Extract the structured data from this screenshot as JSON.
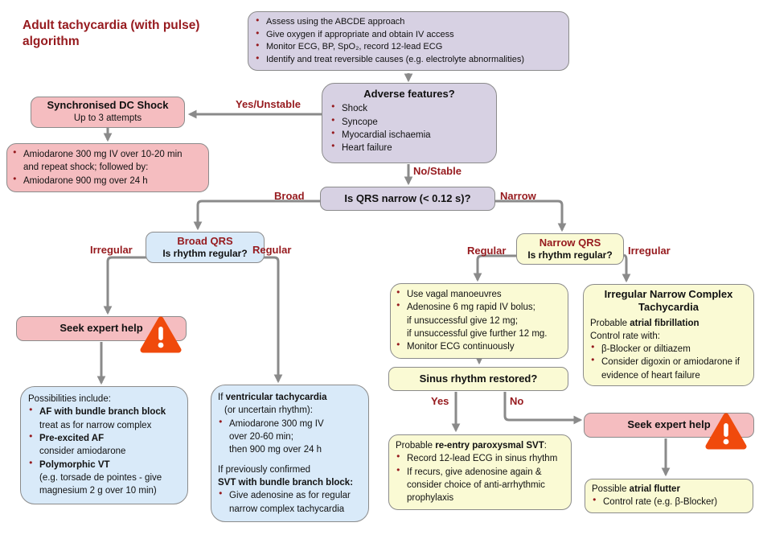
{
  "title": "Adult tachycardia (with pulse) algorithm",
  "colors": {
    "maroon_text": "#961a1e",
    "lavender_box": "#d7d1e3",
    "pink_box": "#f5bdc0",
    "blue_box": "#d9eaf9",
    "yellow_box": "#fafad4",
    "arrow_gray": "#8a8a8a",
    "warning_orange": "#f04a0c"
  },
  "labels": {
    "yes_unstable": "Yes/Unstable",
    "no_stable": "No/Stable",
    "broad": "Broad",
    "narrow": "Narrow",
    "broad_irregular": "Irregular",
    "broad_regular": "Regular",
    "narrow_regular": "Regular",
    "narrow_irregular": "Irregular",
    "yes": "Yes",
    "no": "No"
  },
  "boxes": {
    "assess": {
      "items": [
        "Assess using the ABCDE approach",
        "Give oxygen if appropriate and obtain IV access",
        "Monitor ECG, BP, SpO₂, record 12-lead ECG",
        "Identify and treat reversible causes (e.g. electrolyte abnormalities)"
      ]
    },
    "adverse": {
      "title": "Adverse features?",
      "items": [
        "Shock",
        "Syncope",
        "Myocardial ischaemia",
        "Heart failure"
      ]
    },
    "dc_shock": {
      "title": "Synchronised DC Shock",
      "subtitle": "Up to 3 attempts"
    },
    "amiodarone": {
      "item1_line1": "Amiodarone 300 mg IV over 10-20 min",
      "item1_line2": "and repeat shock; followed by:",
      "item2": "Amiodarone 900 mg over 24 h"
    },
    "qrs": {
      "title": "Is QRS narrow (< 0.12 s)?"
    },
    "broad_qrs": {
      "title": "Broad QRS",
      "subtitle": "Is rhythm regular?"
    },
    "narrow_qrs": {
      "title": "Narrow QRS",
      "subtitle": "Is rhythm regular?"
    },
    "seek_expert_left": {
      "title": "Seek expert help"
    },
    "possibilities": {
      "intro": "Possibilities include:",
      "items": [
        {
          "bold": "AF with bundle branch block",
          "rest": "treat as for narrow complex"
        },
        {
          "bold": "Pre-excited AF",
          "rest": "consider amiodarone"
        },
        {
          "bold": "Polymorphic VT",
          "rest": "(e.g. torsade de pointes - give magnesium 2 g over 10 min)"
        }
      ]
    },
    "vt": {
      "p1_pre": "If ",
      "p1_bold": "ventricular tachycardia",
      "p1_line2": "(or uncertain rhythm):",
      "p1_item_l1": "Amiodarone 300 mg IV",
      "p1_item_l2": "over 20-60 min;",
      "p1_item_l3": "then 900 mg over 24 h",
      "p2_line1": "If previously confirmed",
      "p2_bold": "SVT with bundle branch block:",
      "p2_item": "Give adenosine as for regular narrow complex tachycardia"
    },
    "vagal": {
      "item1": "Use vagal manoeuvres",
      "item2_l1": "Adenosine 6 mg rapid IV bolus;",
      "item2_l2": "if unsuccessful give 12 mg;",
      "item2_l3": "if unsuccessful give further 12 mg.",
      "item3": "Monitor ECG continuously"
    },
    "irregular_narrow": {
      "title": "Irregular Narrow Complex Tachycardia",
      "line1_pre": "Probable ",
      "line1_bold": "atrial fibrillation",
      "line2": "Control rate with:",
      "items": [
        "β-Blocker or diltiazem",
        "Consider digoxin or amiodarone if evidence of heart failure"
      ]
    },
    "sinus": {
      "title": "Sinus rhythm restored?"
    },
    "svt": {
      "intro_pre": "Probable ",
      "intro_bold": "re-entry paroxysmal SVT",
      "intro_post": ":",
      "items": [
        "Record 12-lead ECG in sinus rhythm",
        "If recurs, give adenosine again & consider choice of anti-arrhythmic prophylaxis"
      ]
    },
    "seek_expert_right": {
      "title": "Seek expert help"
    },
    "flutter": {
      "line1_pre": "Possible ",
      "line1_bold": "atrial flutter",
      "item": "Control rate (e.g. β-Blocker)"
    }
  }
}
